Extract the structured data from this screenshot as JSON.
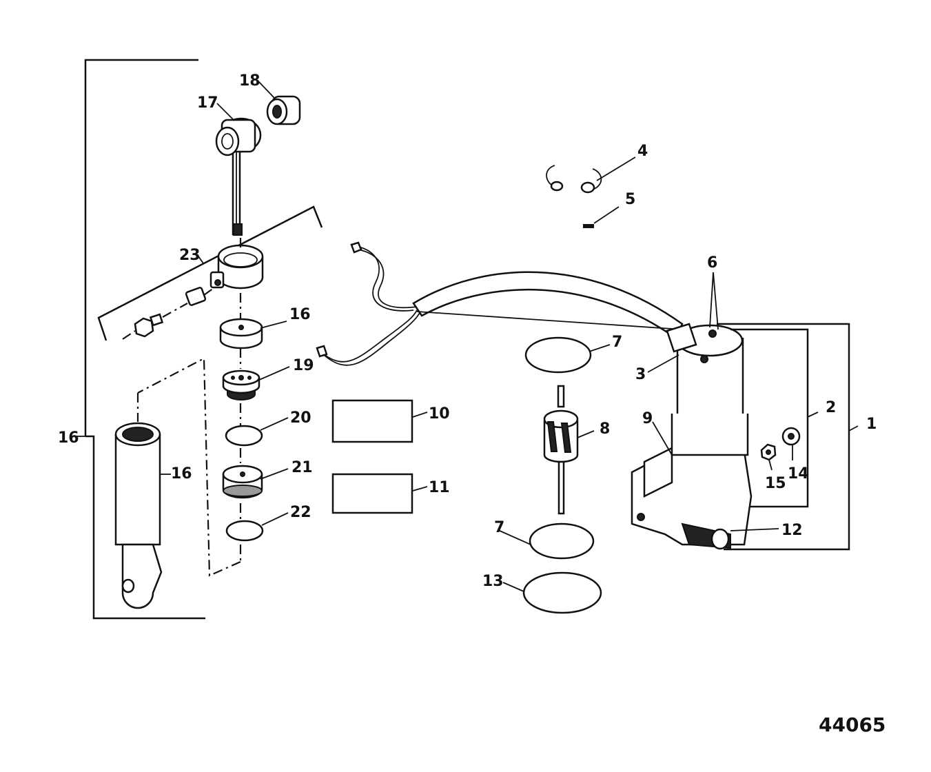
{
  "figure": {
    "number": "44065"
  },
  "callouts": {
    "c1": "1",
    "c2": "2",
    "c3": "3",
    "c4": "4",
    "c5": "5",
    "c6": "6",
    "c7a": "7",
    "c7b": "7",
    "c8": "8",
    "c9": "9",
    "c10": "10",
    "c11": "11",
    "c12": "12",
    "c13": "13",
    "c14": "14",
    "c15": "15",
    "c16a": "16",
    "c16b": "16",
    "c16c": "16",
    "c17": "17",
    "c18": "18",
    "c19": "19",
    "c20": "20",
    "c21": "21",
    "c22": "22",
    "c23": "23"
  }
}
